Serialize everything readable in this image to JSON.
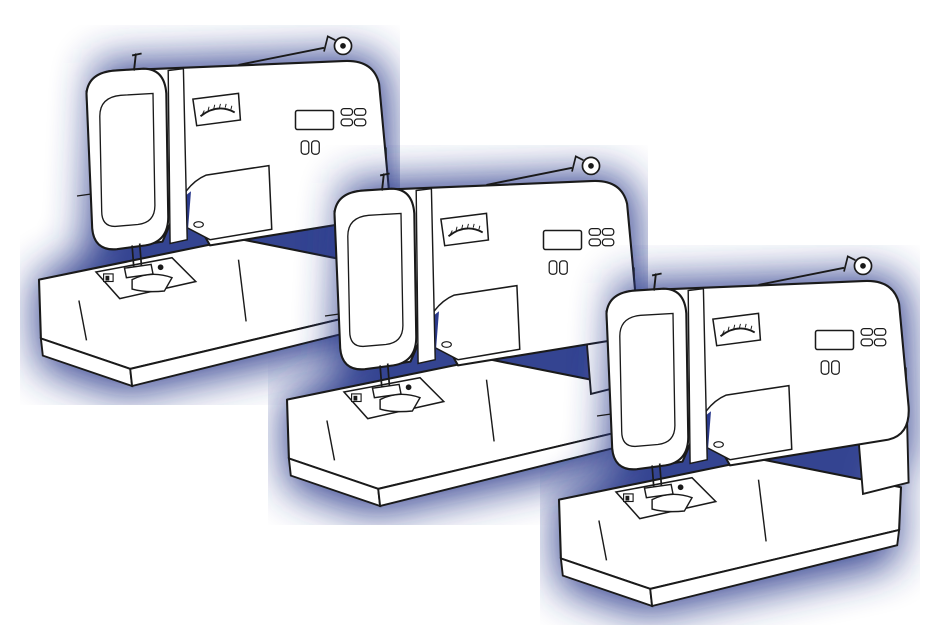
{
  "illustration": {
    "subject": "sewing-machine",
    "count": 3,
    "colors": {
      "background": "#ffffff",
      "glow": "#2b3a8c",
      "body_fill": "#ffffff",
      "outline": "#1a1a1a"
    },
    "machines": [
      {
        "id": "machine-left"
      },
      {
        "id": "machine-center"
      },
      {
        "id": "machine-right"
      }
    ]
  }
}
